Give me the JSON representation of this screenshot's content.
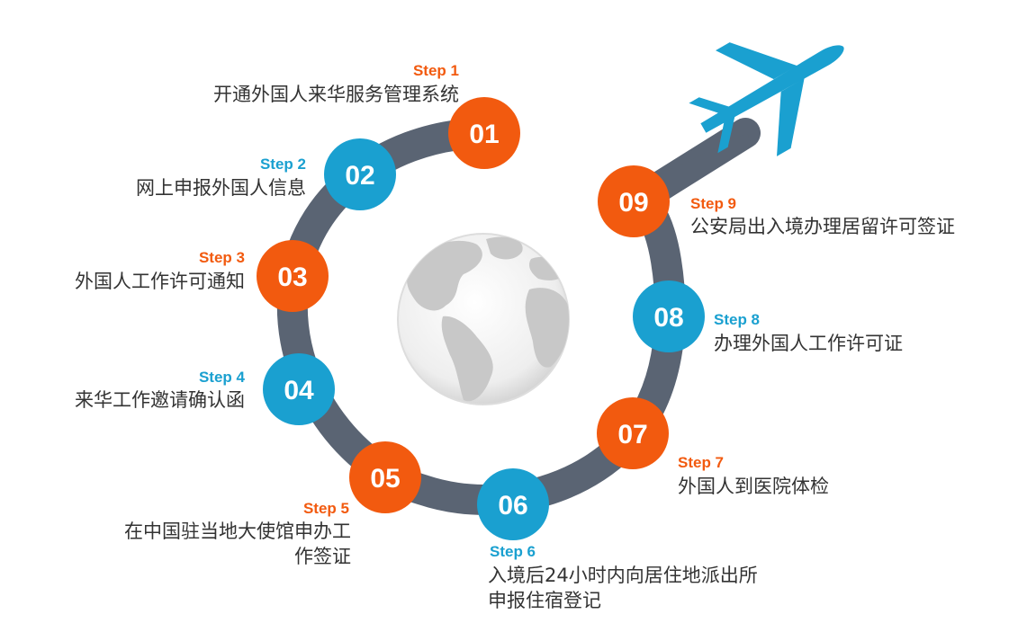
{
  "colors": {
    "orange": "#f25a0f",
    "blue": "#1aa0d0",
    "ring": "#5a6473",
    "text": "#333333",
    "globe_land": "#c8c8c8",
    "globe_sea": "#f0f0f0"
  },
  "icons": {
    "globe": "globe-icon",
    "airplane": "airplane-icon"
  },
  "steps": [
    {
      "label": "Step 1",
      "number": "01",
      "color": "orange",
      "lines": [
        "开通外国人来华服务管理系统"
      ]
    },
    {
      "label": "Step 2",
      "number": "02",
      "color": "blue",
      "lines": [
        "网上申报外国人信息"
      ]
    },
    {
      "label": "Step 3",
      "number": "03",
      "color": "orange",
      "lines": [
        "外国人工作许可通知"
      ]
    },
    {
      "label": "Step 4",
      "number": "04",
      "color": "blue",
      "lines": [
        "来华工作邀请确认函"
      ]
    },
    {
      "label": "Step 5",
      "number": "05",
      "color": "orange",
      "lines": [
        "在中国驻当地大使馆申办工",
        "作签证"
      ]
    },
    {
      "label": "Step 6",
      "number": "06",
      "color": "blue",
      "lines": [
        "入境后24小时内向居住地派出所",
        "申报住宿登记"
      ]
    },
    {
      "label": "Step 7",
      "number": "07",
      "color": "orange",
      "lines": [
        "外国人到医院体检"
      ]
    },
    {
      "label": "Step 8",
      "number": "08",
      "color": "blue",
      "lines": [
        "办理外国人工作许可证"
      ]
    },
    {
      "label": "Step 9",
      "number": "09",
      "color": "orange",
      "lines": [
        "公安局出入境办理居留许可签证"
      ]
    }
  ]
}
